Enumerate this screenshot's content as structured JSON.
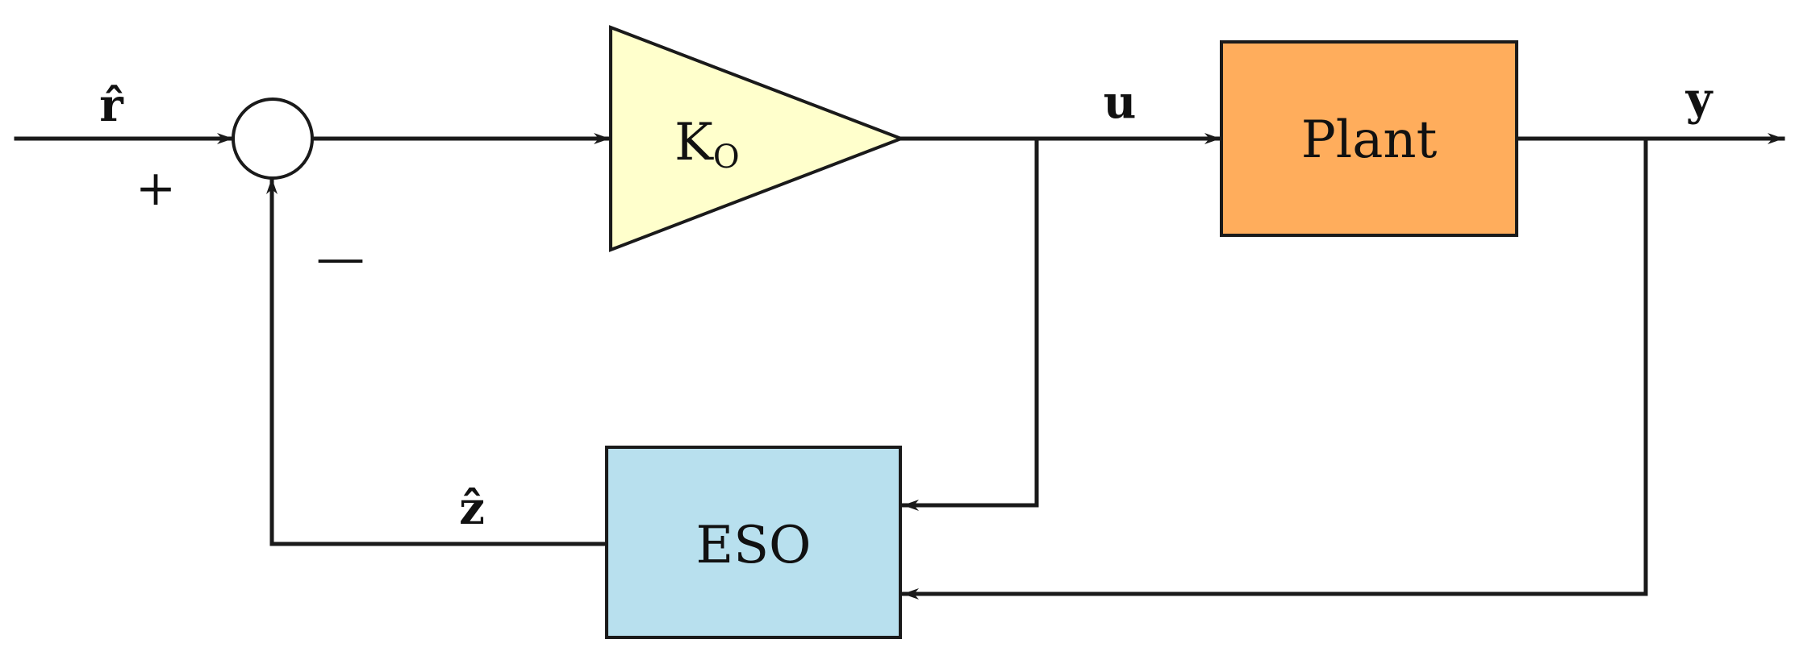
{
  "colors": {
    "gain_fill": "#FFFFCC",
    "plant_fill": "#FFAD5C",
    "eso_fill": "#B8E0EE",
    "line": "#1a1a1a"
  },
  "signals": {
    "reference": "r̂",
    "control": "u",
    "output": "y",
    "estimate": "ẑ"
  },
  "summing_junction": {
    "plus_sign": "+",
    "minus_sign": "—"
  },
  "blocks": {
    "gain": {
      "label": "K",
      "subscript": "O"
    },
    "plant": {
      "label": "Plant"
    },
    "observer": {
      "label": "ESO"
    }
  }
}
